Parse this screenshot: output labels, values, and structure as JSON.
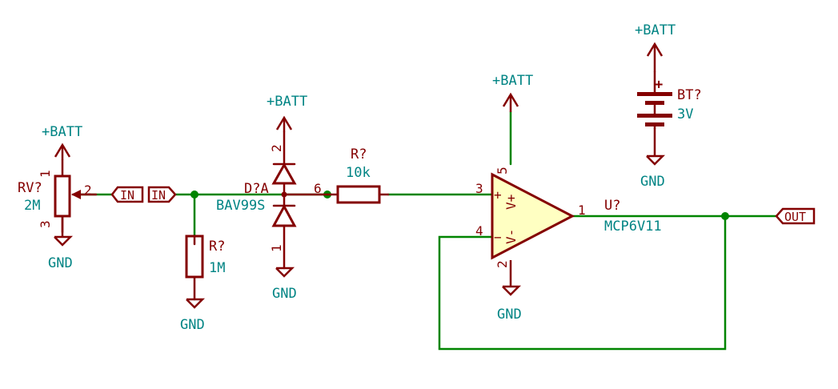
{
  "power_batt": "+BATT",
  "power_gnd": "GND",
  "pot": {
    "ref": "RV?",
    "value": "2M",
    "pin1": "1",
    "pin2": "2",
    "pin3": "3"
  },
  "in_label_out": "IN",
  "in_label_in": "IN",
  "r_in": {
    "ref": "R?",
    "value": "1M"
  },
  "diode": {
    "ref": "D?A",
    "value": "BAV99S",
    "pin_top": "2",
    "pin_bot": "1",
    "pin_mid": "6"
  },
  "r_series": {
    "ref": "R?",
    "value": "10k"
  },
  "opamp": {
    "ref": "U?",
    "value": "MCP6V11",
    "pin_noninv": "3",
    "pin_inv": "4",
    "pin_vp": "5",
    "pin_vm": "2",
    "pin_out": "1",
    "sym_plus": "+",
    "sym_minus": "−",
    "sym_vp": "V+",
    "sym_vm": "V-"
  },
  "battery": {
    "ref": "BT?",
    "value": "3V",
    "sym_plus": "+"
  },
  "out_label": "OUT"
}
